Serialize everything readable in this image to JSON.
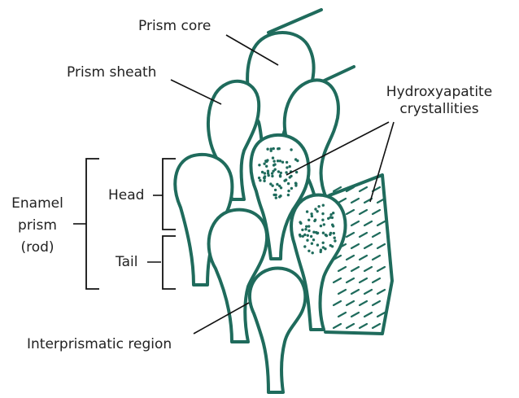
{
  "labels": {
    "prism_core": "Prism core",
    "prism_sheath": "Prism sheath",
    "hydroxyapatite_line1": "Hydroxyapatite",
    "hydroxyapatite_line2": "crystallities",
    "head": "Head",
    "tail": "Tail",
    "enamel_line1": "Enamel",
    "enamel_line2": "prism",
    "enamel_line3": "(rod)",
    "interprismatic": "Interprismatic region"
  },
  "colors": {
    "prism_stroke": "#1f6b5c",
    "text": "#222222",
    "leader": "#111111"
  }
}
